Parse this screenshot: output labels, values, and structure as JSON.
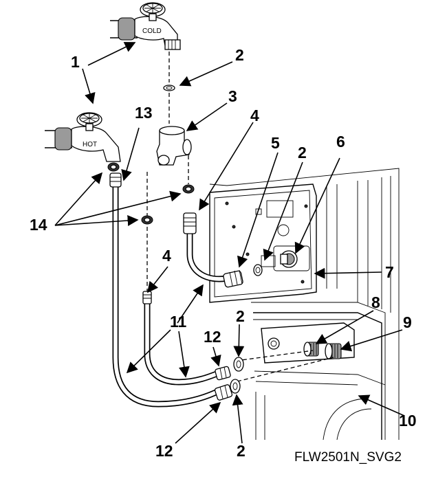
{
  "figure_id": "FLW2501N_SVG2",
  "faucet_labels": {
    "cold": "COLD",
    "hot": "HOT"
  },
  "callouts": [
    {
      "key": "c1",
      "text": "1"
    },
    {
      "key": "c2a",
      "text": "2"
    },
    {
      "key": "c3",
      "text": "3"
    },
    {
      "key": "c4a",
      "text": "4"
    },
    {
      "key": "c13",
      "text": "13"
    },
    {
      "key": "c5",
      "text": "5"
    },
    {
      "key": "c2b",
      "text": "2"
    },
    {
      "key": "c6",
      "text": "6"
    },
    {
      "key": "c14",
      "text": "14"
    },
    {
      "key": "c7",
      "text": "7"
    },
    {
      "key": "c4b",
      "text": "4"
    },
    {
      "key": "c8",
      "text": "8"
    },
    {
      "key": "c11",
      "text": "11"
    },
    {
      "key": "c2c",
      "text": "2"
    },
    {
      "key": "c12a",
      "text": "12"
    },
    {
      "key": "c9",
      "text": "9"
    },
    {
      "key": "c10",
      "text": "10"
    },
    {
      "key": "c12b",
      "text": "12"
    },
    {
      "key": "c2d",
      "text": "2"
    }
  ],
  "colors": {
    "line": "#000000",
    "background": "#ffffff",
    "fill_grey": "#9a9a9a"
  }
}
